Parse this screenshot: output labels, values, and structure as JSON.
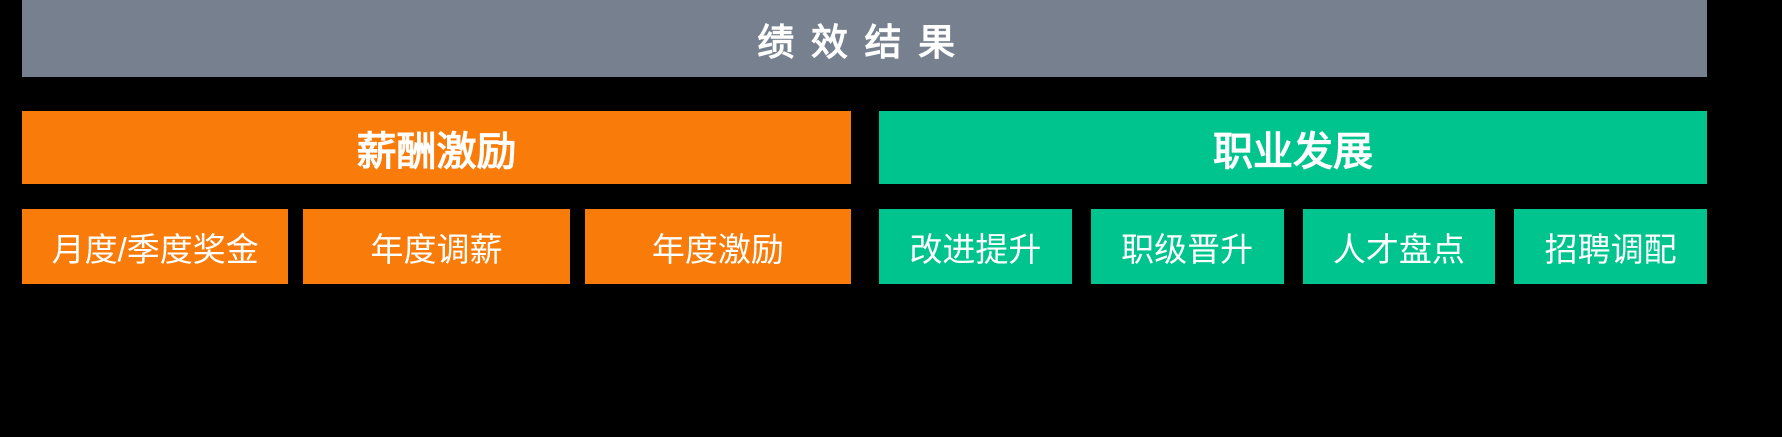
{
  "page": {
    "background_color": "#000000"
  },
  "colors": {
    "title_bar_gray": "#76808E",
    "compensation_orange": "#F97C0B",
    "career_green": "#00C48E",
    "text_white": "#FFFFFF"
  },
  "title_bar": {
    "label": "绩效结果"
  },
  "columns": [
    {
      "id": "compensation",
      "header": {
        "label": "薪酬激励"
      },
      "items": [
        {
          "label": "月度/季度奖金"
        },
        {
          "label": "年度调薪"
        },
        {
          "label": "年度激励"
        }
      ]
    },
    {
      "id": "career",
      "header": {
        "label": "职业发展"
      },
      "items": [
        {
          "label": "改进提升"
        },
        {
          "label": "职级晋升"
        },
        {
          "label": "人才盘点"
        },
        {
          "label": "招聘调配"
        }
      ]
    }
  ]
}
